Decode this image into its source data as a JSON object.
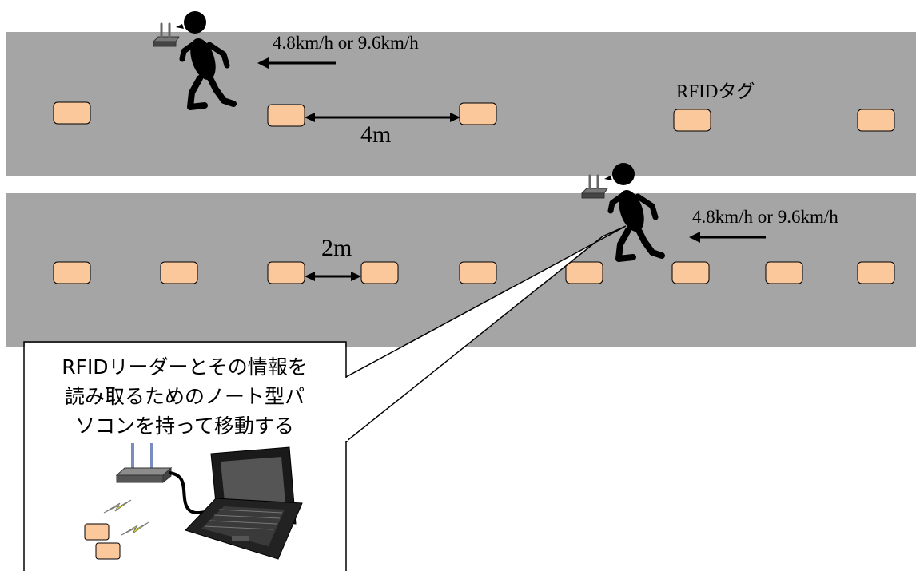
{
  "diagram": {
    "top_lane": {
      "speed_label": "4.8km/h or 9.6km/h",
      "spacing_label": "4m",
      "tag_label": "RFIDタグ"
    },
    "bottom_lane": {
      "speed_label": "4.8km/h or 9.6km/h",
      "spacing_label": "2m"
    },
    "callout": {
      "lines": [
        "RFIDリーダーとその情報を",
        "読み取るためのノート型パ",
        "ソコンを持って移動する"
      ]
    },
    "colors": {
      "lane": "#a5a5a5",
      "tag_fill": "#fbc89b",
      "figure": "#000000",
      "spark": "#f2f200"
    }
  }
}
